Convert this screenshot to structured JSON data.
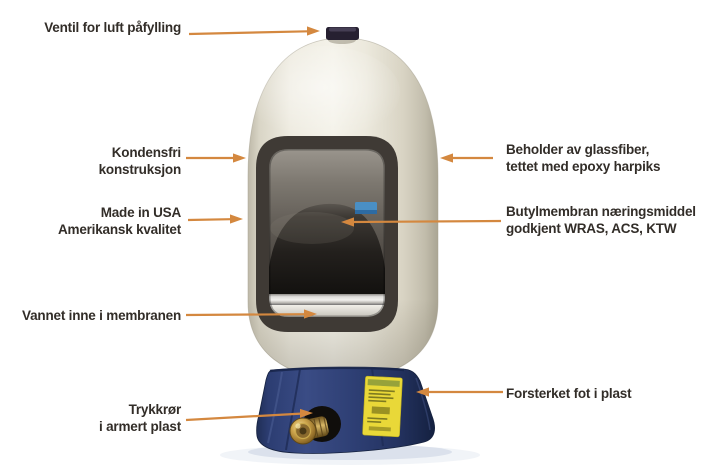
{
  "diagram": {
    "labels": {
      "air_valve": "Ventil for luft påfylling",
      "condensation_free": "Kondensfri\nkonstruksjon",
      "made_in_usa": "Made in USA\nAmerikansk kvalitet",
      "water_inside_membrane": "Vannet inne i membranen",
      "pressure_pipe": "Trykkrør\ni armert plast",
      "fiberglass_tank": "Beholder av glassfiber,\ntettet med epoxy harpiks",
      "butyl_membrane": "Butylmembran næringsmiddel\ngodkjent WRAS, ACS, KTW",
      "reinforced_foot": "Forsterket fot i plast"
    },
    "colors": {
      "background": "#ffffff",
      "text": "#322d28",
      "arrow": "#d4883f",
      "tank_shell": "#eeebe0",
      "cutaway_frame": "#3f3a35",
      "membrane": "#23201d",
      "base_plastic": "#2e3f74",
      "sticker_yellow": "#e9d838",
      "brass_fitting": "#cda54d",
      "steel_ring": "#f2f1ee",
      "membrane_clip_blue": "#4a8fc4"
    }
  }
}
